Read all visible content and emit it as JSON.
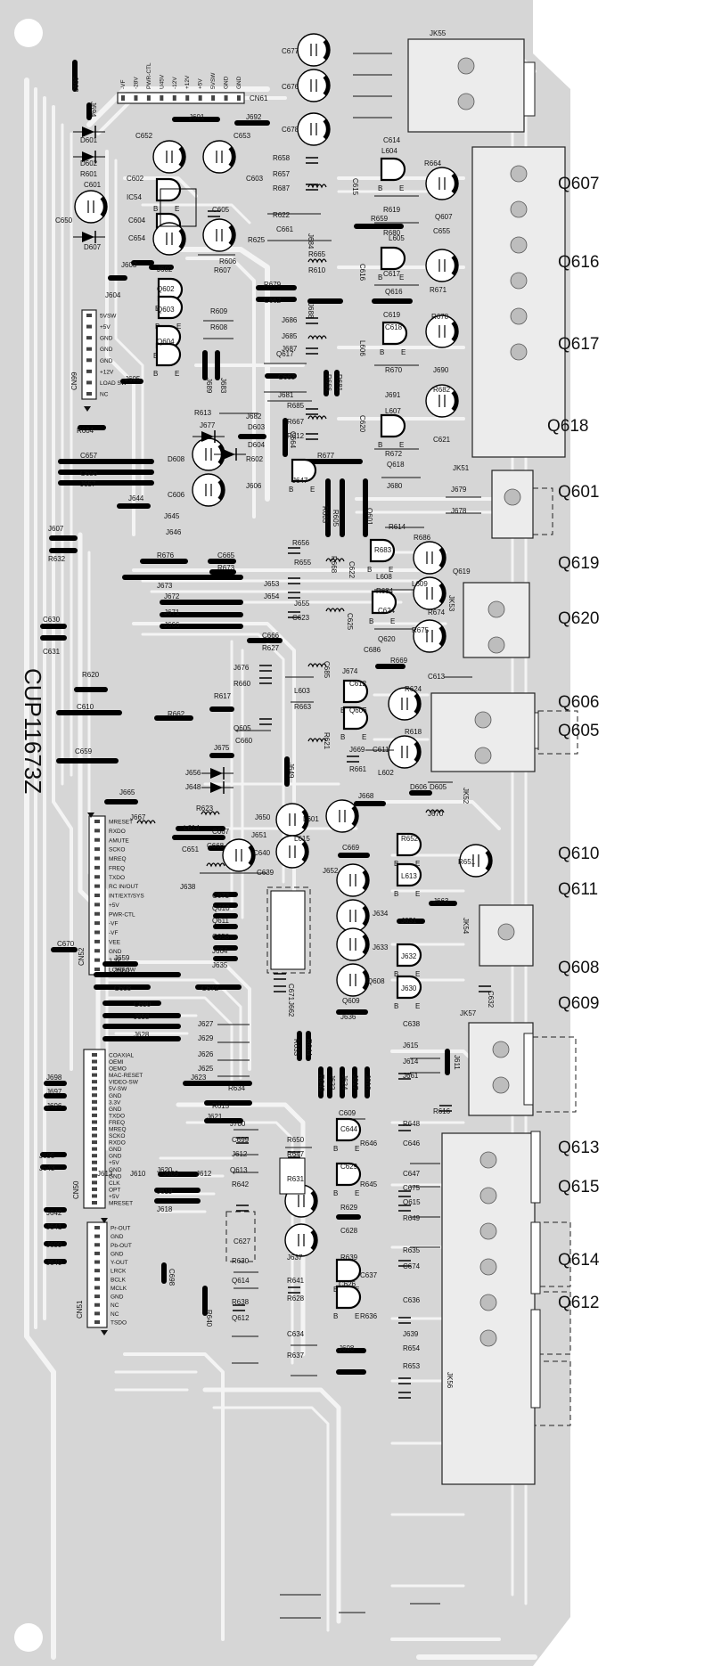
{
  "board_id": "CUP11673Z",
  "colors": {
    "substrate": "#d6d6d6",
    "trace": "#f2f2f2",
    "jumper": "#000000",
    "ink": "#111111"
  },
  "q_callouts": [
    "Q607",
    "Q616",
    "Q617",
    "Q618",
    "Q601",
    "Q619",
    "Q620",
    "Q606",
    "Q605",
    "Q610",
    "Q611",
    "Q608",
    "Q609",
    "Q613",
    "Q615",
    "Q614",
    "Q612"
  ],
  "jacks": [
    "JK55",
    "JK51",
    "JK53",
    "JK52",
    "JK54",
    "JK57",
    "JK56"
  ],
  "connectors": {
    "cn61": {
      "name": "CN61",
      "pins": [
        "-VF",
        "-28V",
        "PWR-CTL",
        "U45V",
        "-12V",
        "+12V",
        "+5V",
        "5VSW",
        "GND",
        "GND"
      ]
    },
    "cn99": {
      "name": "CN99",
      "pins": [
        "5VSW",
        "+5V",
        "GND",
        "GND",
        "GND",
        "+12V",
        "LOAD SW",
        "NC"
      ]
    },
    "cn52": {
      "name": "CN52",
      "pins": [
        "MRESET",
        "RXDO",
        "AMUTE",
        "SCKO",
        "MREQ",
        "FREQ",
        "TXDO",
        "RC IN/OUT",
        "INT/EXT/SYS",
        "+5V",
        "PWR-CTL",
        "-VF",
        "-VF",
        "VEE",
        "GND",
        "3.3V",
        "LOAD SW"
      ]
    },
    "cn50": {
      "name": "CN50",
      "pins": [
        "COAXIAL",
        "OEMI",
        "OEMO",
        "MAC-RESET",
        "VIDEO-SW",
        "5V-SW",
        "GND",
        "3.3V",
        "GND",
        "TXDO",
        "FREQ",
        "MREQ",
        "SCKO",
        "RXDO",
        "GND",
        "GND",
        "+5V",
        "GND",
        "GND",
        "CLK",
        "OPT",
        "+5V",
        "MRESET"
      ]
    },
    "cn51": {
      "name": "CN51",
      "pins": [
        "Pr-OUT",
        "GND",
        "Pb-OUT",
        "GND",
        "Y-OUT",
        "LRCK",
        "BCLK",
        "MCLK",
        "GND",
        "NC",
        "NC",
        "TSDO"
      ]
    }
  },
  "component_labels": [
    "J693",
    "J694",
    "D601",
    "D602",
    "R601",
    "C652",
    "C653",
    "C602",
    "C603",
    "IC54",
    "C601",
    "C650",
    "D607",
    "C604",
    "C605",
    "C654",
    "R607",
    "R606",
    "J602",
    "J603",
    "J604",
    "Q602",
    "Q603",
    "Q604",
    "R609",
    "R608",
    "J605",
    "J689",
    "J683",
    "J601",
    "J692",
    "C677",
    "C676",
    "C678",
    "R658",
    "R657",
    "R687",
    "C615",
    "L604",
    "C614",
    "R619",
    "R664",
    "Q607",
    "R622",
    "C661",
    "R625",
    "R659",
    "R680",
    "C655",
    "J684",
    "R665",
    "R610",
    "C616",
    "L605",
    "C617",
    "R671",
    "Q616",
    "R679",
    "C662",
    "J688",
    "J686",
    "J685",
    "J687",
    "C619",
    "L606",
    "C618",
    "R678",
    "R670",
    "Q617",
    "C663",
    "R666",
    "R681",
    "J681",
    "J690",
    "J691",
    "R682",
    "R685",
    "R667",
    "R612",
    "C620",
    "L607",
    "C621",
    "R672",
    "Q618",
    "C664",
    "R677",
    "R613",
    "J677",
    "J682",
    "D603",
    "D604",
    "R602",
    "J606",
    "D608",
    "C606",
    "R604",
    "C657",
    "C656",
    "J657",
    "J644",
    "J645",
    "J646",
    "J647",
    "R603",
    "R605",
    "Q601",
    "J680",
    "J679",
    "J678",
    "R614",
    "R656",
    "R655",
    "R668",
    "C622",
    "R683",
    "L608",
    "R686",
    "Q619",
    "R676",
    "C665",
    "R673",
    "J673",
    "J672",
    "J671",
    "J666",
    "J653",
    "J654",
    "J655",
    "C623",
    "C625",
    "R684",
    "C624",
    "L609",
    "R674",
    "R675",
    "Q620",
    "C666",
    "R627",
    "C686",
    "R669",
    "J676",
    "R660",
    "C685",
    "J674",
    "C612",
    "C613",
    "L603",
    "R663",
    "Q606",
    "R624",
    "R618",
    "R617",
    "Q605",
    "C660",
    "R621",
    "J669",
    "C611",
    "R661",
    "L602",
    "R662",
    "R620",
    "C610",
    "C659",
    "J675",
    "J656",
    "J648",
    "J649",
    "J668",
    "D606",
    "D605",
    "J670",
    "J665",
    "J667",
    "R623",
    "L614",
    "J650",
    "L601",
    "J651",
    "L615",
    "C668",
    "C667",
    "C640",
    "C639",
    "C651",
    "J638",
    "C669",
    "J652",
    "R652",
    "L613",
    "R651",
    "J663",
    "C673",
    "Q610",
    "Q611",
    "C658",
    "J664",
    "J635",
    "J634",
    "J633",
    "J631",
    "J632",
    "J630",
    "C672",
    "C671",
    "J662",
    "Q608",
    "Q609",
    "J636",
    "C638",
    "C632",
    "C670",
    "J659",
    "J660",
    "C608",
    "C690",
    "J658",
    "J628",
    "J627",
    "J629",
    "J626",
    "J625",
    "J623",
    "R634",
    "R633",
    "R644",
    "R643",
    "J622",
    "J624",
    "J617",
    "J616",
    "J615",
    "J614",
    "J661",
    "J611",
    "R616",
    "R615",
    "C609",
    "J700",
    "C699",
    "J612",
    "R650",
    "R647",
    "C644",
    "R646",
    "R648",
    "C646",
    "Q613",
    "R642",
    "R631",
    "C629",
    "R645",
    "C647",
    "C675",
    "Q615",
    "R649",
    "R629",
    "C628",
    "C627",
    "R630",
    "J637",
    "R639",
    "C637",
    "R635",
    "C674",
    "Q614",
    "R641",
    "R628",
    "C626",
    "R636",
    "C636",
    "R638",
    "Q612",
    "R640",
    "C698",
    "C634",
    "R637",
    "J608",
    "J639",
    "R654",
    "R653",
    "J607",
    "R632",
    "C630",
    "C631",
    "J698",
    "J697",
    "J696",
    "J695",
    "J643",
    "J642",
    "J641",
    "J699",
    "J640",
    "J620",
    "J619",
    "J618",
    "J621",
    "J613",
    "J610",
    "J609",
    "J612"
  ]
}
